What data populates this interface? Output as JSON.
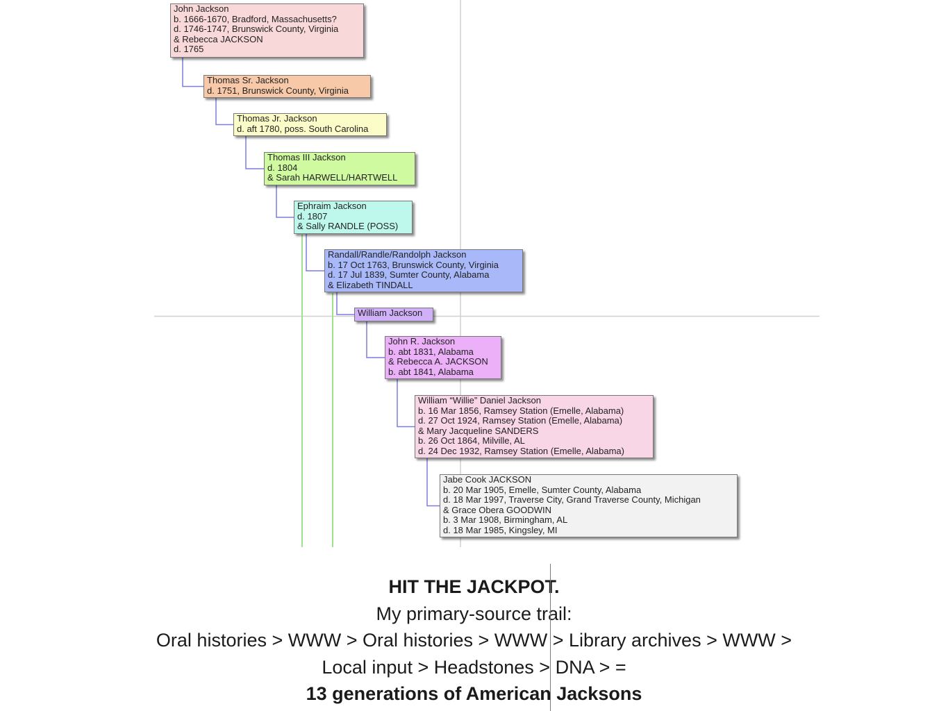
{
  "colors": {
    "grid_line": "#d0d0d0",
    "connector": "#7b7be0",
    "descent_line": "#9fe08f",
    "box_border": "#777777"
  },
  "people": [
    {
      "id": "john-jackson",
      "bg": "#f8d8d8",
      "lines": [
        "John Jackson",
        "b. 1666-1670, Bradford, Massachusetts?",
        "d. 1746-1747, Brunswick County, Virginia",
        "& Rebecca JACKSON",
        "d. 1765"
      ]
    },
    {
      "id": "thomas-sr-jackson",
      "bg": "#f8c9a8",
      "lines": [
        "Thomas Sr. Jackson",
        "d. 1751, Brunswick County, Virginia"
      ]
    },
    {
      "id": "thomas-jr-jackson",
      "bg": "#fcfcc8",
      "lines": [
        "Thomas Jr. Jackson",
        "d. aft 1780, poss. South Carolina"
      ]
    },
    {
      "id": "thomas-iii-jackson",
      "bg": "#cffaa0",
      "lines": [
        "Thomas III Jackson",
        "d. 1804",
        "& Sarah HARWELL/HARTWELL"
      ]
    },
    {
      "id": "ephraim-jackson",
      "bg": "#bef8ec",
      "lines": [
        "Ephraim Jackson",
        "d. 1807",
        "& Sally RANDLE (POSS)"
      ]
    },
    {
      "id": "randall-jackson",
      "bg": "#a8b8f8",
      "lines": [
        "Randall/Randle/Randolph Jackson",
        "b. 17 Oct 1763, Brunswick County, Virginia",
        "d. 17 Jul 1839, Sumter County, Alabama",
        "& Elizabeth TINDALL"
      ]
    },
    {
      "id": "william-jackson",
      "bg": "#d0b0f8",
      "lines": [
        "William Jackson"
      ]
    },
    {
      "id": "john-r-jackson",
      "bg": "#ecb0f8",
      "lines": [
        "John R. Jackson",
        "b. abt 1831, Alabama",
        "& Rebecca A. JACKSON",
        "b. abt 1841, Alabama"
      ]
    },
    {
      "id": "william-willie-daniel-jackson",
      "bg": "#f8d6e6",
      "lines": [
        "William “Willie” Daniel Jackson",
        "b. 16 Mar 1856, Ramsey Station (Emelle, Alabama)",
        "d. 27 Oct 1924, Ramsey Station (Emelle, Alabama)",
        "& Mary Jacqueline SANDERS",
        "b. 26 Oct 1864, Milville, AL",
        "d. 24 Dec 1932, Ramsey Station (Emelle, Alabama)"
      ]
    },
    {
      "id": "jabe-cook-jackson",
      "bg": "#f2f2f2",
      "lines": [
        "Jabe Cook JACKSON",
        "b. 20 Mar 1905, Emelle, Sumter County, Alabama",
        "d. 18 Mar 1997, Traverse City, Grand Traverse County, Michigan",
        "& Grace Obera GOODWIN",
        "b. 3 Mar 1908, Birmingham, AL",
        "d. 18 Mar 1985, Kingsley, MI"
      ]
    }
  ],
  "caption": {
    "headline": "HIT THE JACKPOT.",
    "trail_intro": "My primary-source trail:",
    "trail_line1": "Oral histories > WWW > Oral histories > WWW > Library archives > WWW >",
    "trail_line2": "Local input > Headstones > DNA > =",
    "conclusion": "13 generations of American Jacksons"
  }
}
